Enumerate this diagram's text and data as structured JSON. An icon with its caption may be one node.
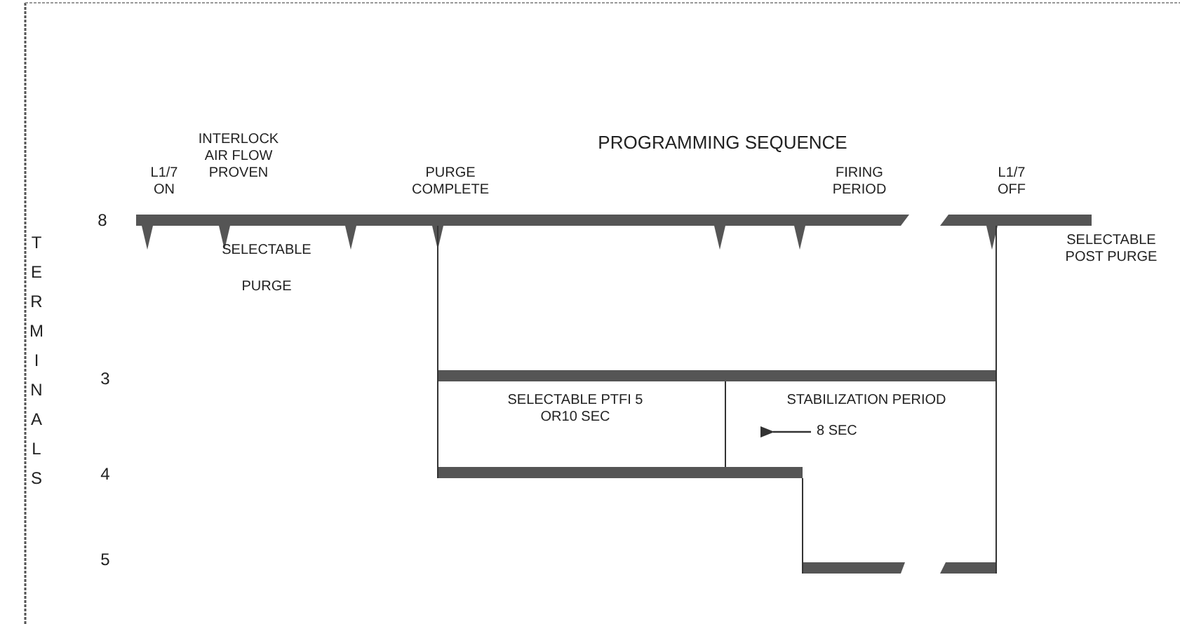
{
  "diagram": {
    "title": "PROGRAMMING SEQUENCE",
    "labels": [
      "L1/7 ON",
      "INTERLOCK AIR FLOW PROVEN",
      "PURGE COMPLETE",
      "FIRING PERIOD",
      "L1/7 OFF",
      "8",
      "TERMINALS",
      "SELECTABLE PURGE",
      "SELECTABLE POST PURGE",
      "3",
      "SELECTABLE PTFI 5 OR10 SEC",
      "STABILIZATION PERIOD",
      "8 SEC",
      "4",
      "5"
    ]
  }
}
